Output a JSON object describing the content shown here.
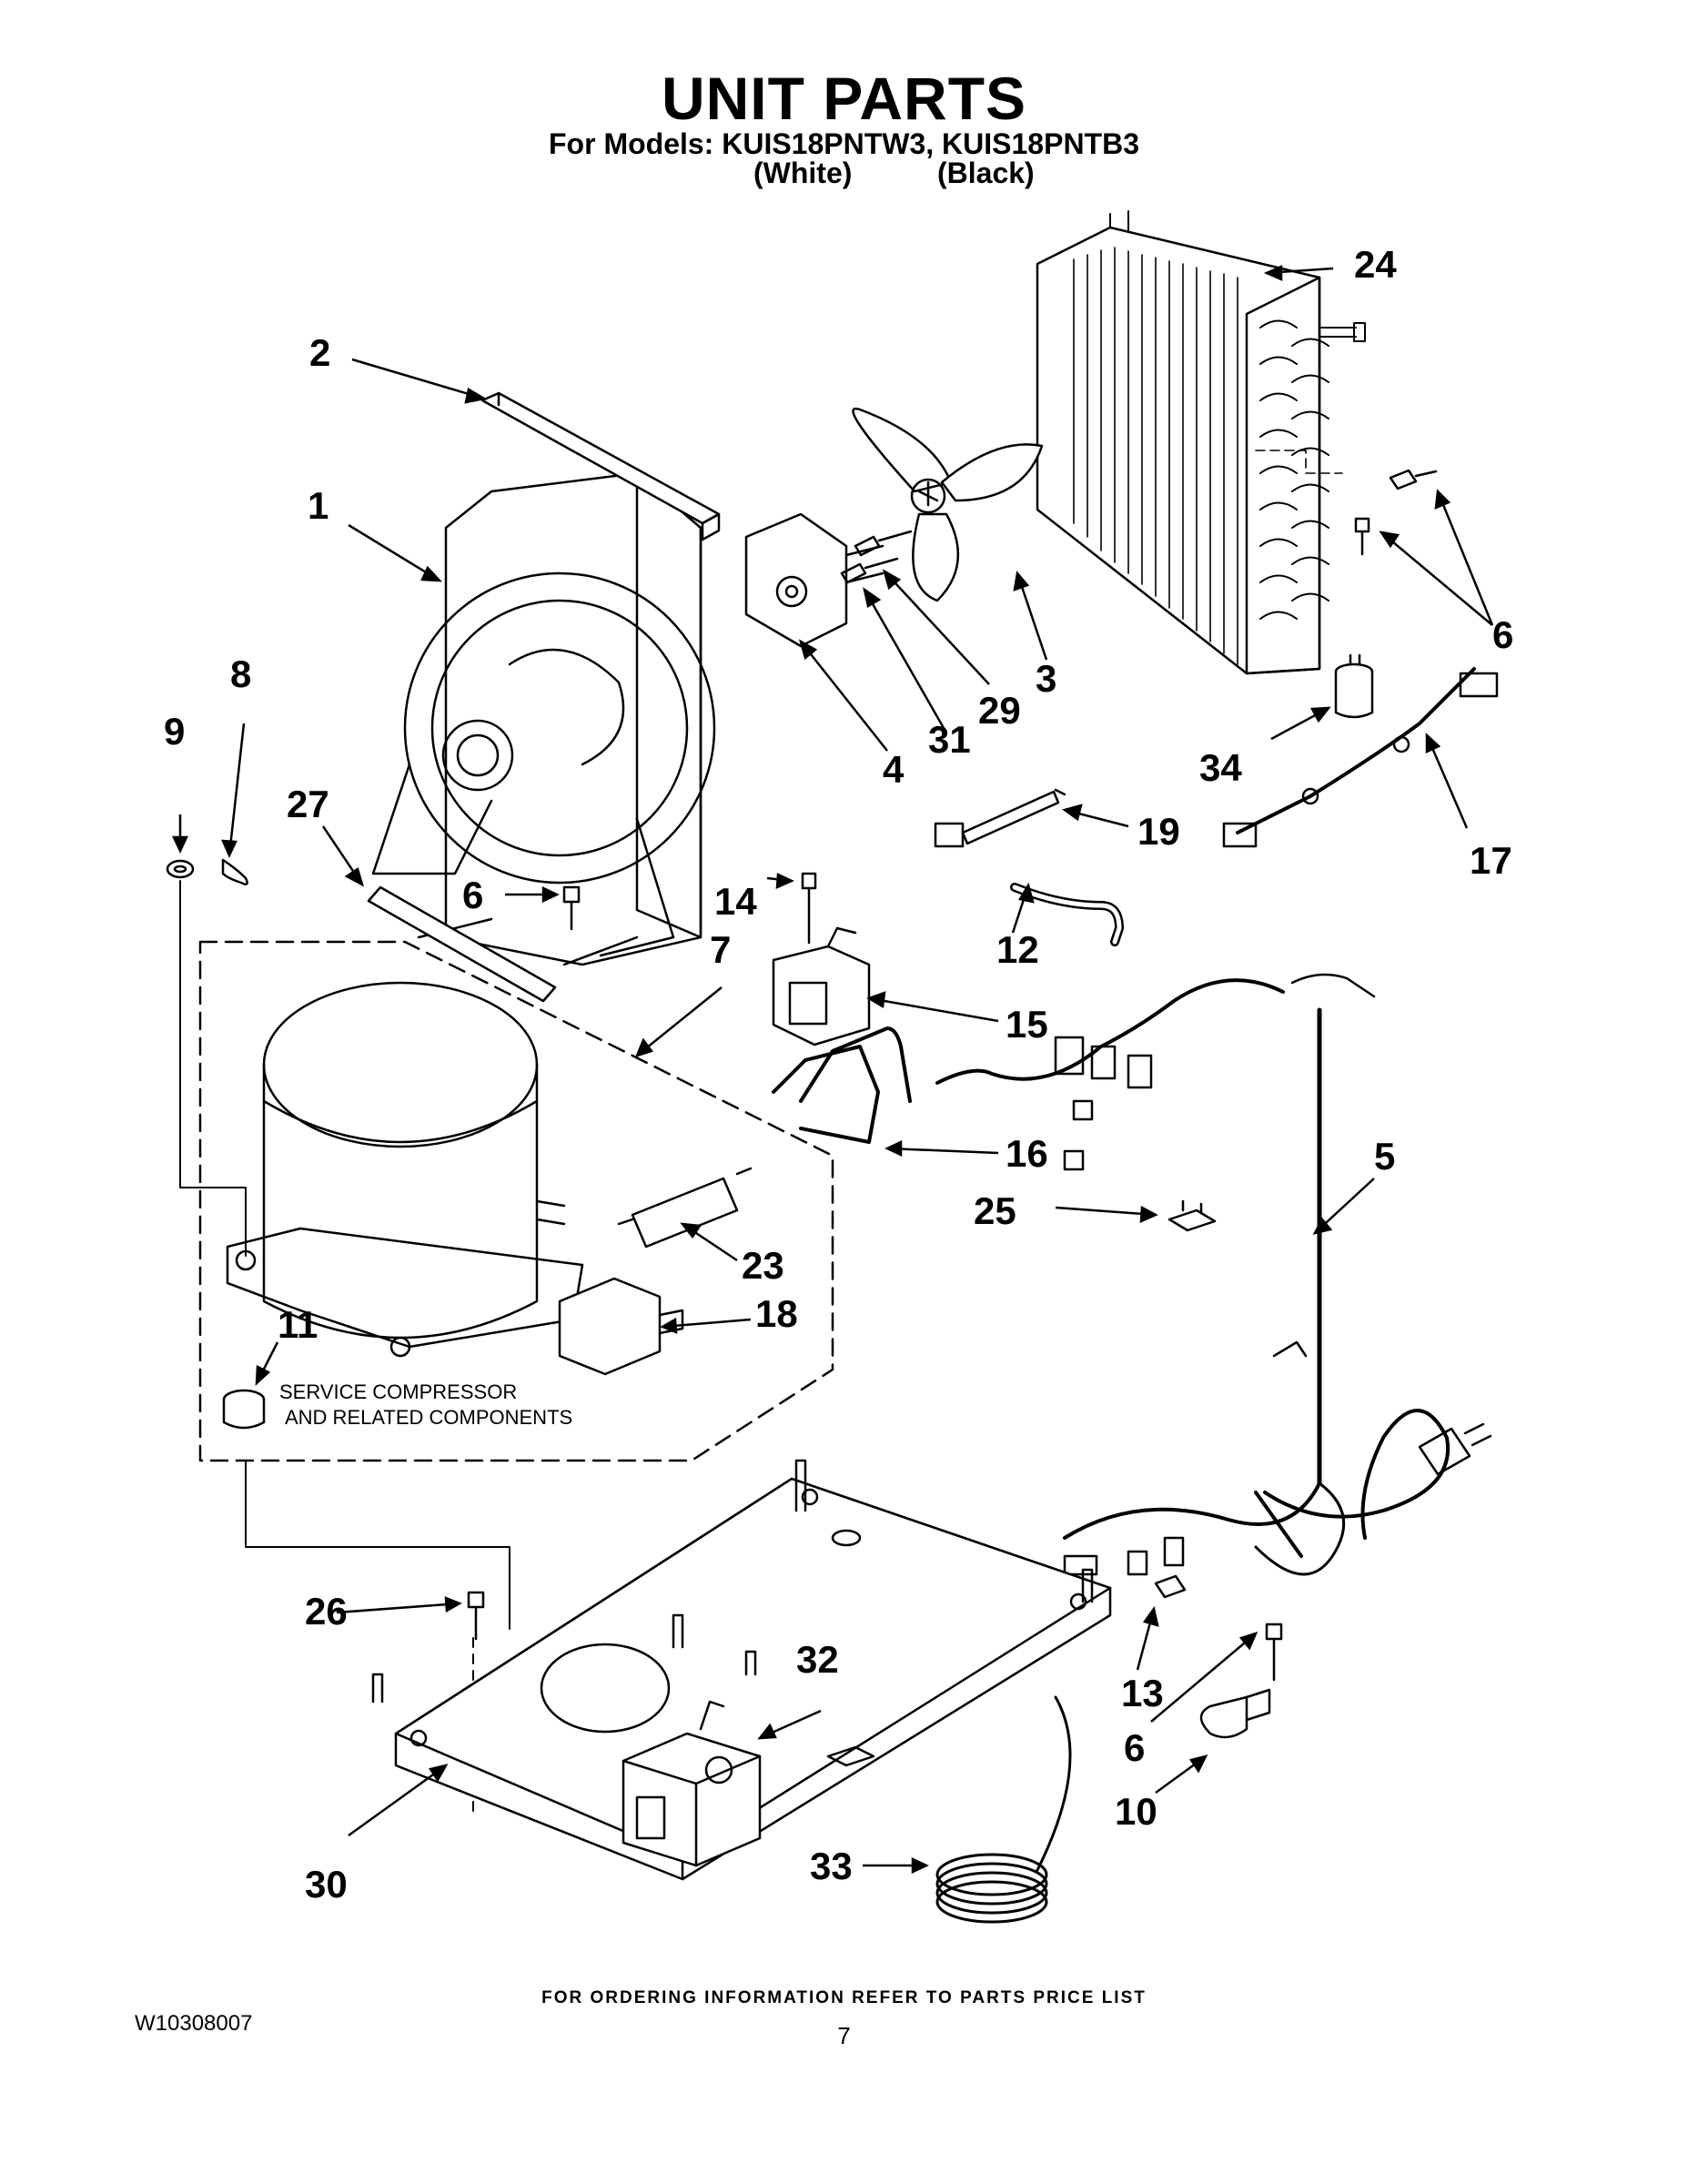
{
  "header": {
    "title": "UNIT PARTS",
    "models_line": "For Models: KUIS18PNTW3, KUIS18PNTB3",
    "color_white": "(White)",
    "color_black": "(Black)"
  },
  "group_note": {
    "line1": "SERVICE COMPRESSOR",
    "line2": "AND RELATED COMPONENTS"
  },
  "callouts": [
    "1",
    "2",
    "3",
    "4",
    "5",
    "6",
    "7",
    "8",
    "9",
    "10",
    "11",
    "12",
    "13",
    "14",
    "15",
    "16",
    "17",
    "18",
    "19",
    "23",
    "24",
    "25",
    "26",
    "27",
    "29",
    "30",
    "31",
    "32",
    "33",
    "34"
  ],
  "footer": {
    "order_note": "FOR ORDERING INFORMATION REFER TO PARTS PRICE LIST",
    "doc_number": "W10308007",
    "page_number": "7"
  },
  "colors": {
    "ink": "#000000",
    "paper": "#ffffff",
    "shade": "#d9d9d9"
  }
}
